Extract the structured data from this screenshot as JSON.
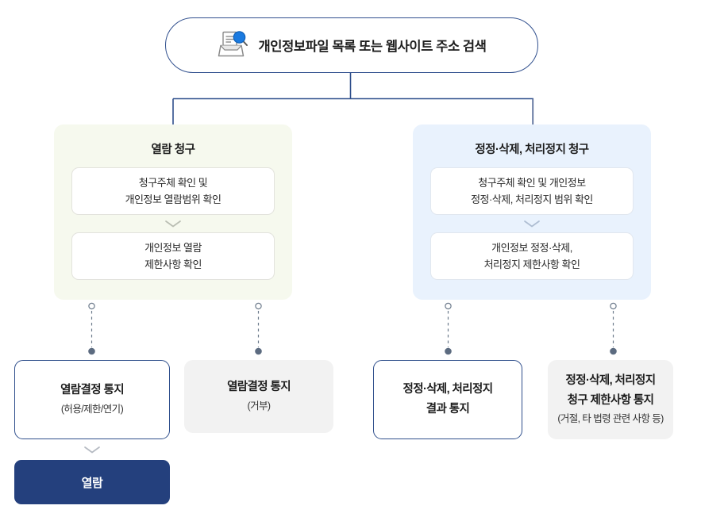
{
  "colors": {
    "line_navy": "#2f4f8c",
    "panel_left_bg": "#f6f9ee",
    "panel_right_bg": "#e9f2fd",
    "filled_box_bg": "#f2f2f2",
    "final_box_bg": "#24407d",
    "dot_gray": "#5c6b80",
    "icon_accent": "#1a7ae0"
  },
  "header": {
    "icon": "document-search-icon",
    "label": "개인정보파일 목록 또는 웹사이트 주소 검색"
  },
  "branches": [
    {
      "id": "left",
      "title": "열람 청구",
      "steps": [
        {
          "lines": [
            "청구주체 확인 및",
            "개인정보 열람범위 확인"
          ]
        },
        {
          "lines": [
            "개인정보 열람",
            "제한사항 확인"
          ]
        }
      ],
      "connector_icon": "chevron-down-icon"
    },
    {
      "id": "right",
      "title": "정정·삭제, 처리정지 청구",
      "steps": [
        {
          "lines": [
            "청구주체 확인 및 개인정보",
            "정정·삭제, 처리정지 범위 확인"
          ]
        },
        {
          "lines": [
            "개인정보 정정·삭제,",
            "처리정지 제한사항 확인"
          ]
        }
      ],
      "connector_icon": "chevron-down-icon"
    }
  ],
  "results": [
    {
      "id": "r1",
      "style": "outlined",
      "main": "열람결정 통지",
      "sub": "(허용/제한/연기)",
      "sub2": ""
    },
    {
      "id": "r2",
      "style": "filled",
      "main": "열람결정 통지",
      "sub": "(거부)",
      "sub2": ""
    },
    {
      "id": "r3",
      "style": "outlined",
      "main": "정정·삭제, 처리정지",
      "sub": "결과 통지",
      "sub2": ""
    },
    {
      "id": "r4",
      "style": "filled",
      "main": "정정·삭제, 처리정지",
      "sub": "청구 제한사항 통지",
      "sub2": "(거절, 타 법령 관련 사항 등)"
    }
  ],
  "final": {
    "connector_icon": "chevron-down-icon",
    "label": "열람"
  }
}
